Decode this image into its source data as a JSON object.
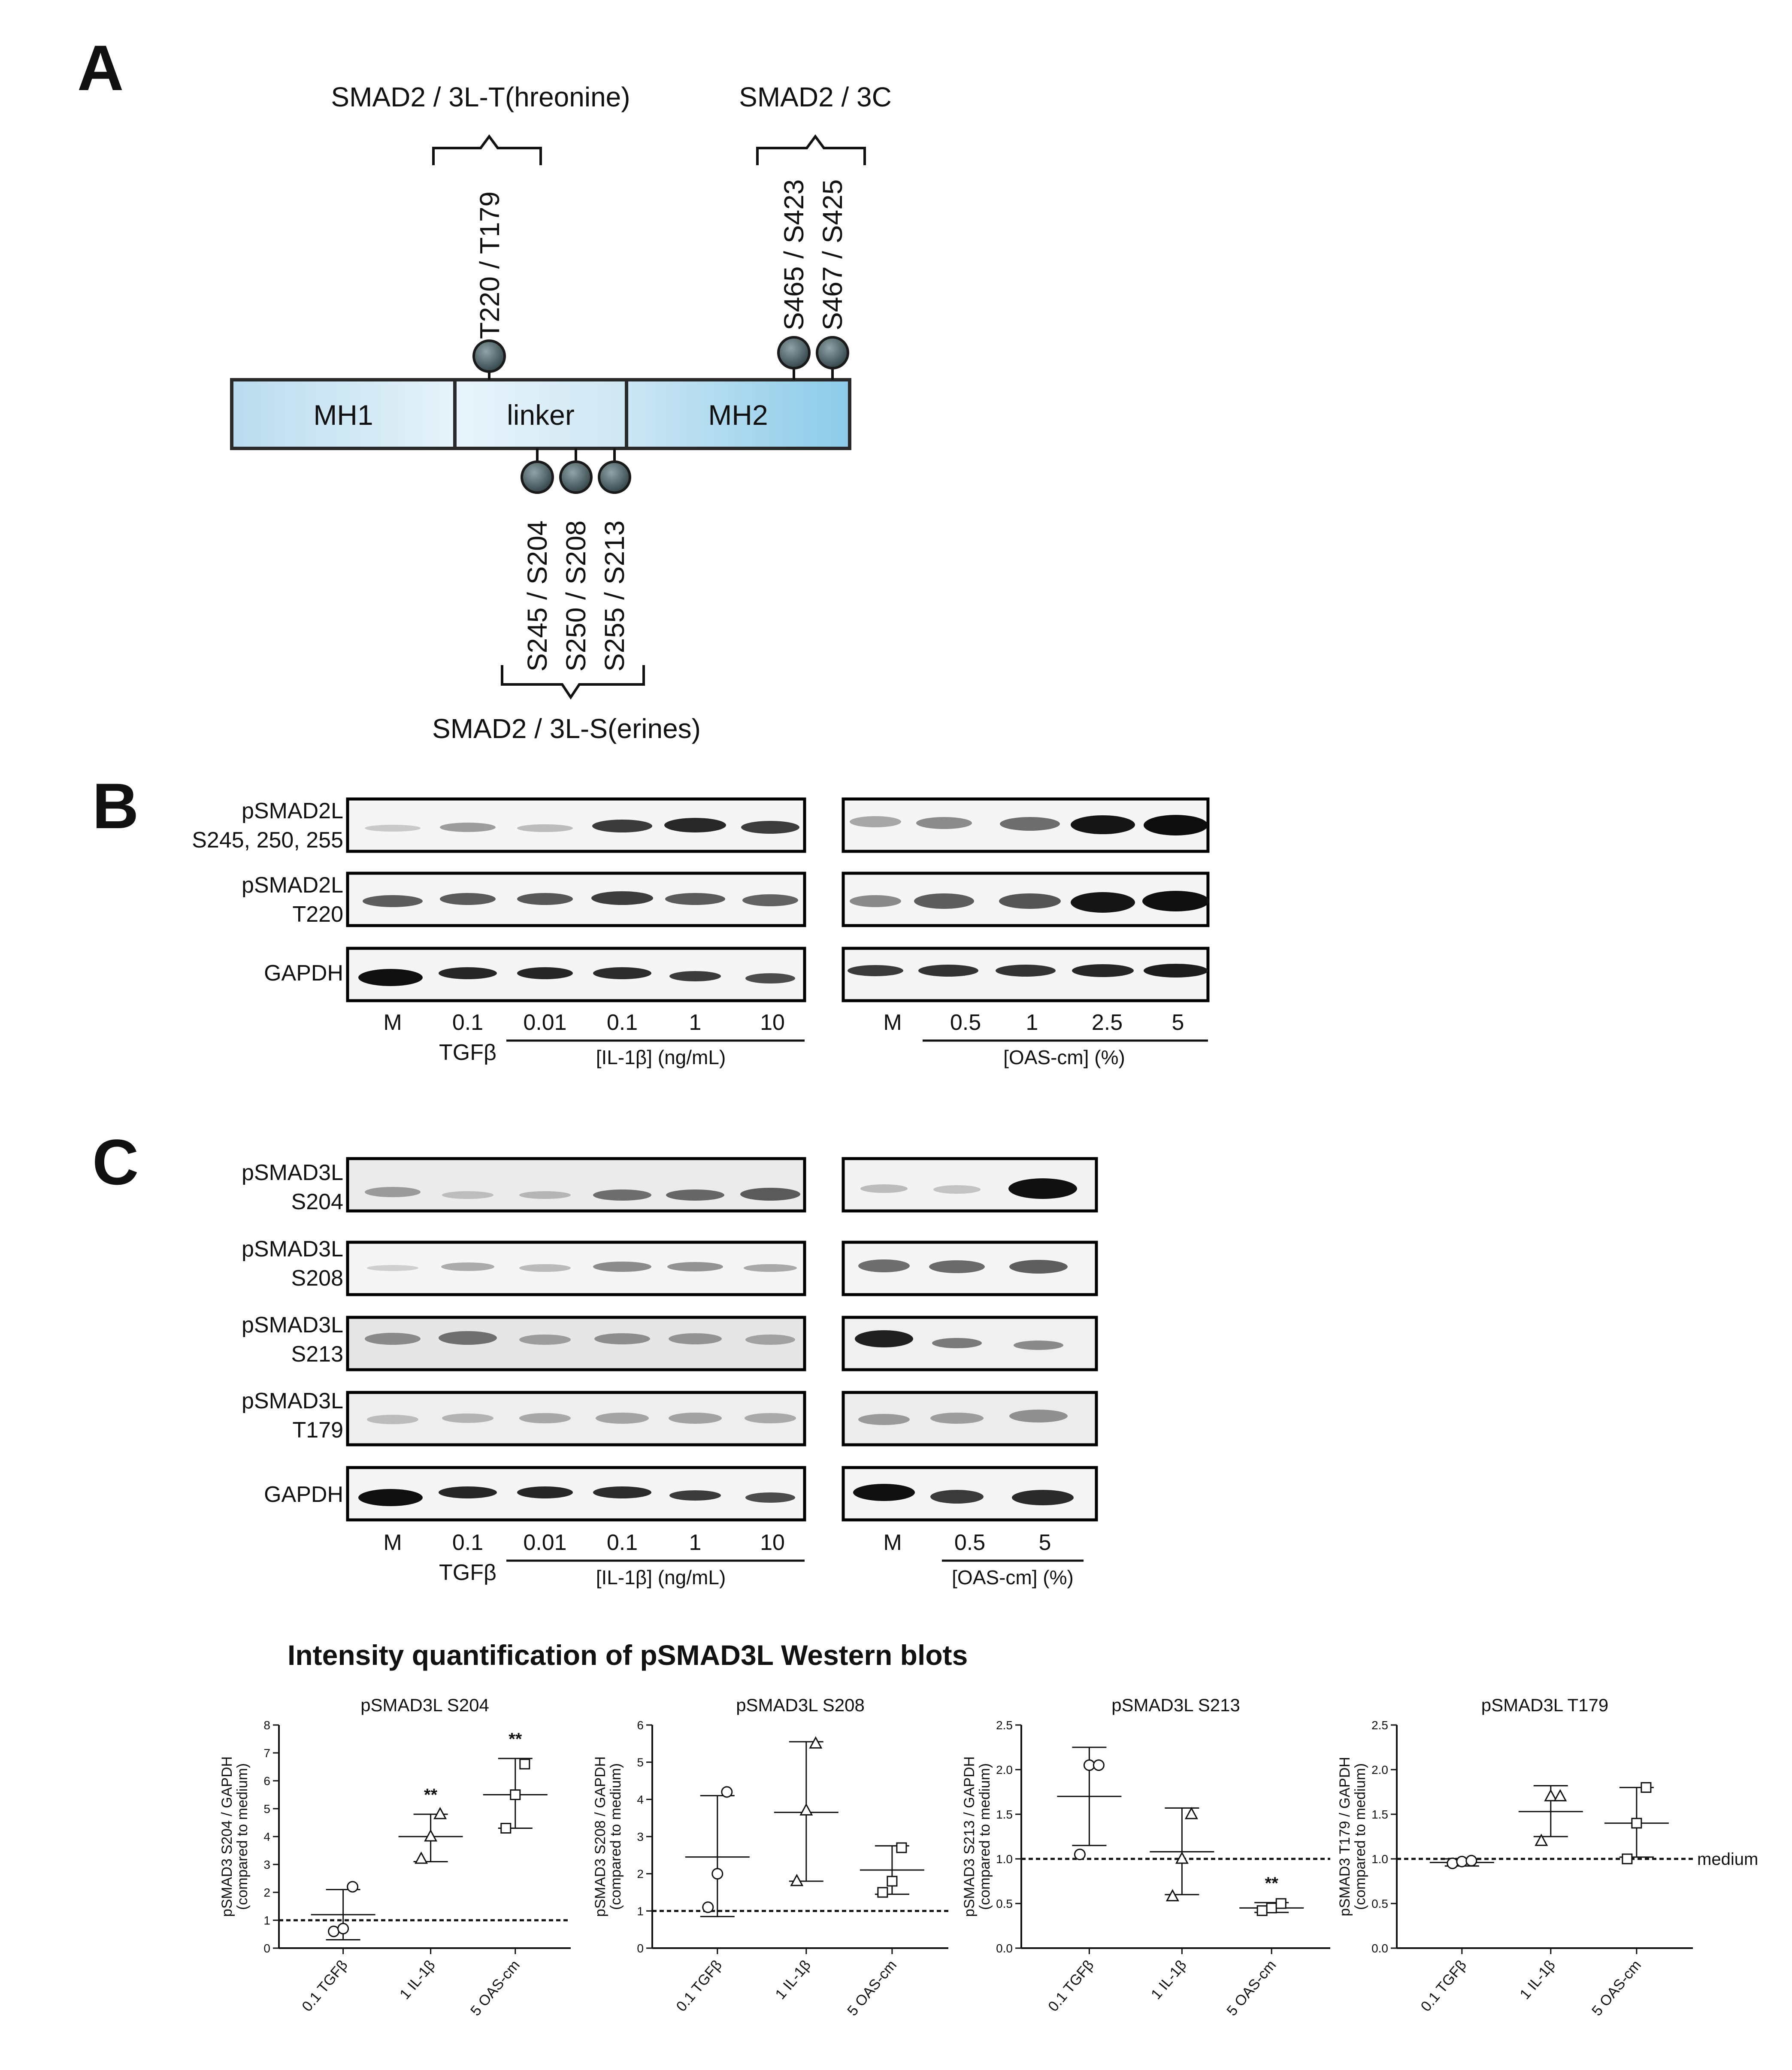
{
  "panel_labels": {
    "a": "A",
    "b": "B",
    "c": "C"
  },
  "panel_a": {
    "domains": [
      "MH1",
      "linker",
      "MH2"
    ],
    "bracket_top_left": "SMAD2 / 3L-T(hreonine)",
    "bracket_top_right": "SMAD2 / 3C",
    "bracket_bottom": "SMAD2 / 3L-S(erines)",
    "site_top": "T220 / T179",
    "sites_top_right": [
      "S465 / S423",
      "S467 / S425"
    ],
    "sites_bottom": [
      "S245 / S204",
      "S250 / S208",
      "S255 / S213"
    ]
  },
  "panel_b": {
    "rows": [
      {
        "label1": "pSMAD2L",
        "label2": "S245, 250, 255"
      },
      {
        "label1": "pSMAD2L",
        "label2": "T220"
      },
      {
        "label1": "GAPDH",
        "label2": ""
      }
    ],
    "left_lanes": [
      "M",
      "0.1",
      "0.01",
      "0.1",
      "1",
      "10"
    ],
    "right_lanes": [
      "M",
      "0.5",
      "1",
      "2.5",
      "5"
    ],
    "tgf_label": "TGFβ",
    "il_label": "[IL-1β] (ng/mL)",
    "oas_label": "[OAS-cm] (%)"
  },
  "panel_c": {
    "rows": [
      {
        "label1": "pSMAD3L",
        "label2": "S204"
      },
      {
        "label1": "pSMAD3L",
        "label2": "S208"
      },
      {
        "label1": "pSMAD3L",
        "label2": "S213"
      },
      {
        "label1": "pSMAD3L",
        "label2": "T179"
      },
      {
        "label1": "GAPDH",
        "label2": ""
      }
    ],
    "left_lanes": [
      "M",
      "0.1",
      "0.01",
      "0.1",
      "1",
      "10"
    ],
    "right_lanes": [
      "M",
      "0.5",
      "5"
    ],
    "tgf_label": "TGFβ",
    "il_label": "[IL-1β] (ng/mL)",
    "oas_label": "[OAS-cm] (%)"
  },
  "quant_title": "Intensity quantification of pSMAD3L Western blots",
  "medium_label": "medium",
  "chart_data": [
    {
      "type": "scatter",
      "title": "pSMAD3L S204",
      "ylabel": "pSMAD3 S204 / GAPDH",
      "ylabel2": "(compared to medium)",
      "categories": [
        "0.1 TGFβ",
        "1 IL-1β",
        "5 OAS-cm"
      ],
      "ylim": [
        0,
        8
      ],
      "yticks": [
        "0",
        "1",
        "2",
        "3",
        "4",
        "5",
        "6",
        "7",
        "8"
      ],
      "reference_line": 1,
      "series": [
        {
          "marker": "circle",
          "points": [
            0.6,
            0.7,
            2.2
          ],
          "mean": 1.2,
          "sd": [
            0.3,
            2.1
          ],
          "sig": ""
        },
        {
          "marker": "triangle",
          "points": [
            3.2,
            4.0,
            4.8
          ],
          "mean": 4.0,
          "sd": [
            3.1,
            4.8
          ],
          "sig": "**"
        },
        {
          "marker": "square",
          "points": [
            4.3,
            5.5,
            6.6
          ],
          "mean": 5.5,
          "sd": [
            4.3,
            6.8
          ],
          "sig": "**"
        }
      ]
    },
    {
      "type": "scatter",
      "title": "pSMAD3L S208",
      "ylabel": "pSMAD3 S208 / GAPDH",
      "ylabel2": "(compared to medium)",
      "categories": [
        "0.1 TGFβ",
        "1 IL-1β",
        "5 OAS-cm"
      ],
      "ylim": [
        0,
        6
      ],
      "yticks": [
        "0",
        "1",
        "2",
        "3",
        "4",
        "5",
        "6"
      ],
      "reference_line": 1,
      "series": [
        {
          "marker": "circle",
          "points": [
            1.1,
            2.0,
            4.2
          ],
          "mean": 2.45,
          "sd": [
            0.85,
            4.1
          ],
          "sig": ""
        },
        {
          "marker": "triangle",
          "points": [
            1.8,
            3.7,
            5.5
          ],
          "mean": 3.65,
          "sd": [
            1.8,
            5.55
          ],
          "sig": ""
        },
        {
          "marker": "square",
          "points": [
            1.5,
            1.8,
            2.7
          ],
          "mean": 2.1,
          "sd": [
            1.45,
            2.75
          ],
          "sig": ""
        }
      ]
    },
    {
      "type": "scatter",
      "title": "pSMAD3L S213",
      "ylabel": "pSMAD3 S213 / GAPDH",
      "ylabel2": "(compared to medium)",
      "categories": [
        "0.1 TGFβ",
        "1 IL-1β",
        "5 OAS-cm"
      ],
      "ylim": [
        0,
        2.5
      ],
      "yticks": [
        "0.0",
        "0.5",
        "1.0",
        "1.5",
        "2.0",
        "2.5"
      ],
      "reference_line": 1,
      "series": [
        {
          "marker": "circle",
          "points": [
            1.05,
            2.05,
            2.05
          ],
          "mean": 1.7,
          "sd": [
            1.15,
            2.25
          ],
          "sig": ""
        },
        {
          "marker": "triangle",
          "points": [
            0.58,
            1.0,
            1.5
          ],
          "mean": 1.08,
          "sd": [
            0.6,
            1.57
          ],
          "sig": ""
        },
        {
          "marker": "square",
          "points": [
            0.42,
            0.45,
            0.5
          ],
          "mean": 0.45,
          "sd": [
            0.4,
            0.51
          ],
          "sig": "**"
        }
      ]
    },
    {
      "type": "scatter",
      "title": "pSMAD3L T179",
      "ylabel": "pSMAD3 T179 / GAPDH",
      "ylabel2": "(compared to medium)",
      "categories": [
        "0.1 TGFβ",
        "1 IL-1β",
        "5 OAS-cm"
      ],
      "ylim": [
        0,
        2.5
      ],
      "yticks": [
        "0.0",
        "0.5",
        "1.0",
        "1.5",
        "2.0",
        "2.5"
      ],
      "reference_line": 1,
      "series": [
        {
          "marker": "circle",
          "points": [
            0.95,
            0.97,
            0.98
          ],
          "mean": 0.96,
          "sd": [
            0.92,
            1.0
          ],
          "sig": ""
        },
        {
          "marker": "triangle",
          "points": [
            1.2,
            1.7,
            1.7
          ],
          "mean": 1.53,
          "sd": [
            1.25,
            1.82
          ],
          "sig": ""
        },
        {
          "marker": "square",
          "points": [
            1.0,
            1.4,
            1.8
          ],
          "mean": 1.4,
          "sd": [
            1.02,
            1.8
          ],
          "sig": ""
        }
      ]
    }
  ]
}
